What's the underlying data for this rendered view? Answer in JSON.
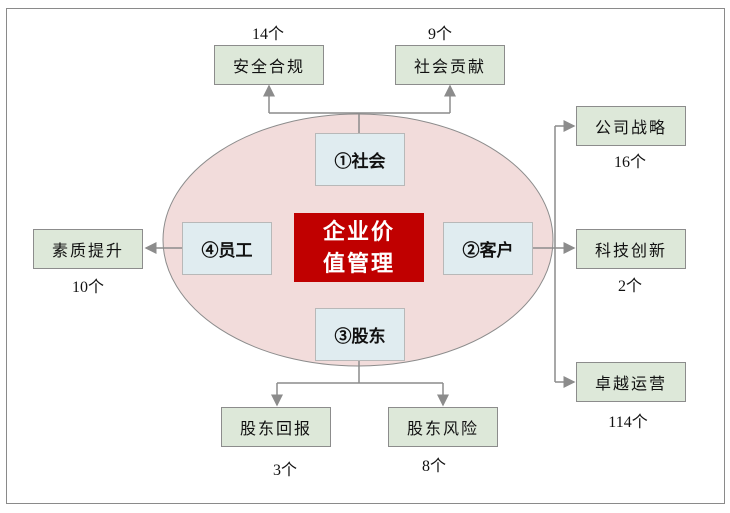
{
  "center": {
    "line1": "企业价",
    "line2": "值管理"
  },
  "categories": {
    "society": "①社会",
    "customer": "②客户",
    "shareholder": "③股东",
    "employee": "④员工"
  },
  "leaves": {
    "safety_compliance": {
      "label": "安全合规",
      "count": "14个"
    },
    "social_contribution": {
      "label": "社会贡献",
      "count": "9个"
    },
    "company_strategy": {
      "label": "公司战略",
      "count": "16个"
    },
    "tech_innovation": {
      "label": "科技创新",
      "count": "2个"
    },
    "excellent_operation": {
      "label": "卓越运营",
      "count": "114个"
    },
    "quality_improvement": {
      "label": "素质提升",
      "count": "10个"
    },
    "shareholder_return": {
      "label": "股东回报",
      "count": "3个"
    },
    "shareholder_risk": {
      "label": "股东风险",
      "count": "8个"
    }
  },
  "colors": {
    "ellipse": "#f2dcdb",
    "center": "#c00000",
    "leaf": "#dde8d9",
    "category": "#e0ecf0",
    "line": "#8c8c8c"
  }
}
